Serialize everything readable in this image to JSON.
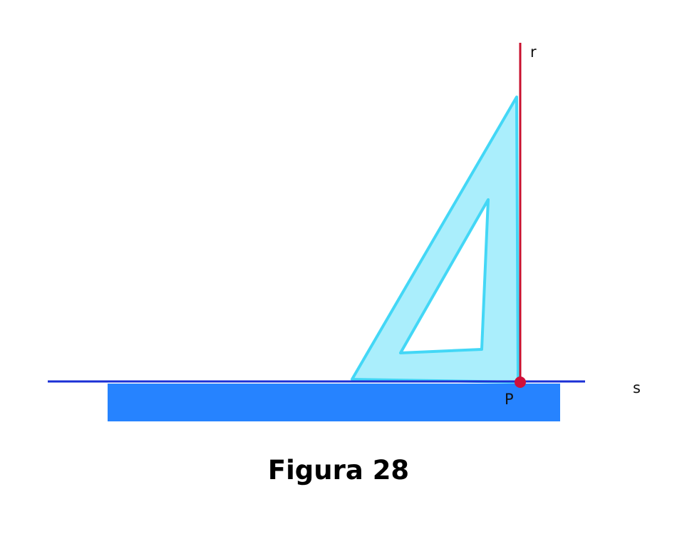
{
  "labels": {
    "line_r": "r",
    "line_s": "s",
    "point_p": "P"
  },
  "caption": "Figura 28",
  "colors": {
    "ruler_fill": "#2683ff",
    "line_s": "#1a2fd6",
    "line_r": "#c8102e",
    "square_fill": "#aaeefc",
    "square_stroke": "#43d7f6",
    "point_p": "#d0103a",
    "text": "#111111"
  }
}
